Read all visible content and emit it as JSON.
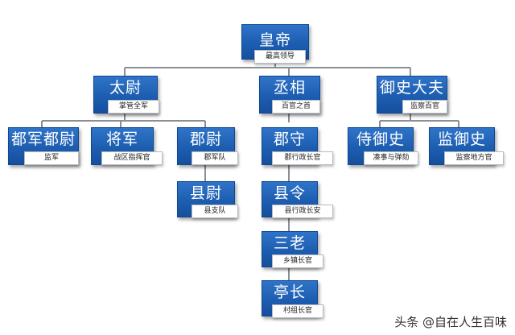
{
  "nodes": {
    "emperor": {
      "title": "皇帝",
      "subtitle": "最高领导"
    },
    "taiwei": {
      "title": "太尉",
      "subtitle": "掌管全军"
    },
    "chengxiang": {
      "title": "丞相",
      "subtitle": "百官之首"
    },
    "yushidafu": {
      "title": "御史大夫",
      "subtitle": "监察百官"
    },
    "dujunduwei": {
      "title": "都军都尉",
      "subtitle": "监军"
    },
    "jiangjun": {
      "title": "将军",
      "subtitle": "战区指挥官"
    },
    "junwei": {
      "title": "郡尉",
      "subtitle": "郡军队"
    },
    "xianwei": {
      "title": "县尉",
      "subtitle": "县支队"
    },
    "junshou": {
      "title": "郡守",
      "subtitle": "郡行政长官"
    },
    "xianling": {
      "title": "县令",
      "subtitle": "县行政长安"
    },
    "sanlao": {
      "title": "三老",
      "subtitle": "乡镇长官"
    },
    "tingzhang": {
      "title": "亭长",
      "subtitle": "村组长官"
    },
    "shiyushi": {
      "title": "侍御史",
      "subtitle": "凑事与弹劾"
    },
    "jianyushi": {
      "title": "监御史",
      "subtitle": "监察地方官"
    }
  },
  "watermark": "头条 @自在人生百味",
  "colors": {
    "box": "#1d5db0",
    "line": "#8a8f96",
    "label_bg": "#ffffff"
  }
}
